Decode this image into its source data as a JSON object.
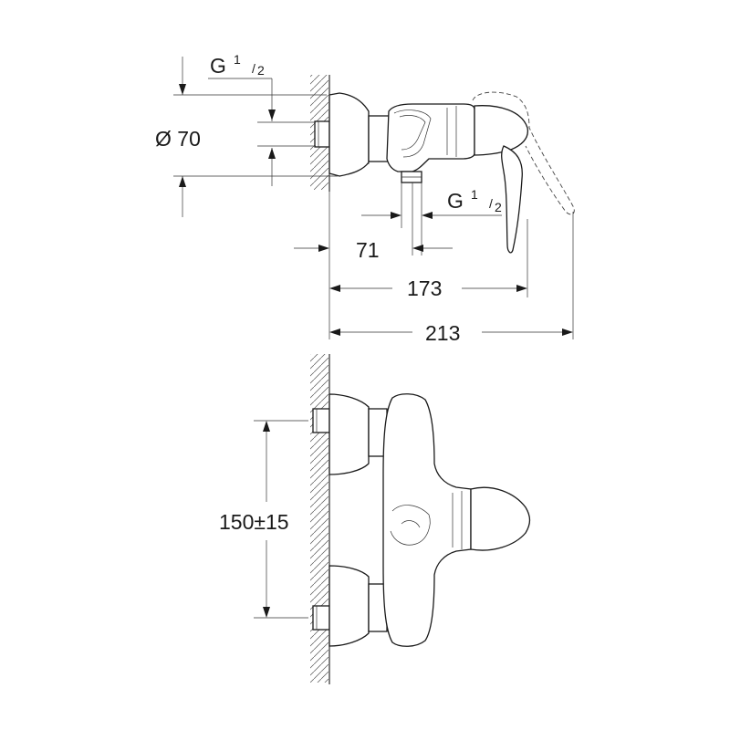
{
  "side_view": {
    "dim_thread_top": {
      "main": "G",
      "sup": "1",
      "sub": "2"
    },
    "dim_diameter": "Ø 70",
    "dim_thread_bottom": {
      "main": "G",
      "sup": "1",
      "sub": "2"
    },
    "dim_offset": "71",
    "dim_body_depth": "173",
    "dim_total_depth": "213"
  },
  "front_view": {
    "dim_center_distance": "150±15"
  }
}
